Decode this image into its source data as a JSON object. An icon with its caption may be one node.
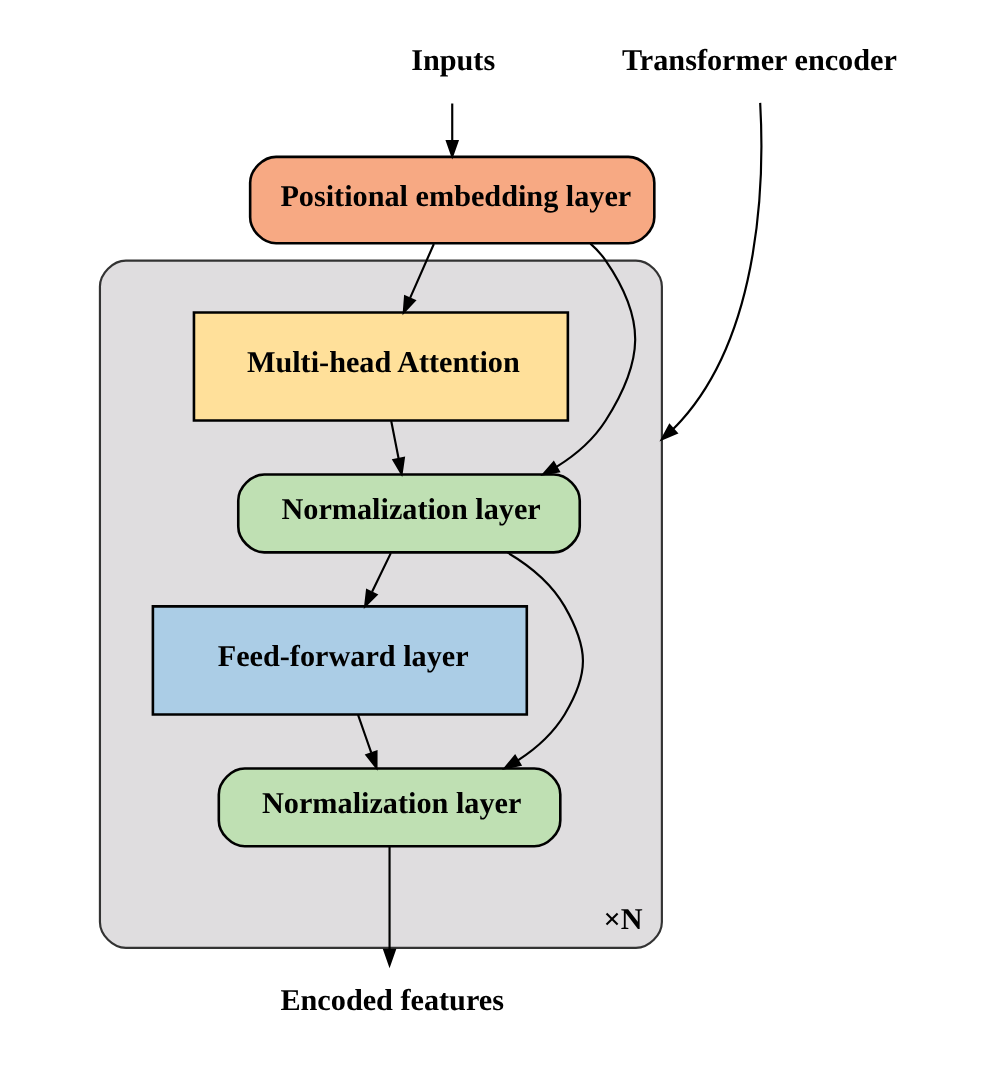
{
  "diagram": {
    "nodes": [
      {
        "text": [
          "Inputs"
        ]
      },
      {
        "text": [
          "Positional embedding layer"
        ]
      },
      {
        "text": [],
        "shape": "box",
        "beside": [
          "×N"
        ]
      },
      {
        "text": [
          "Multi-head Attention"
        ],
        "in": 2
      },
      {
        "text": [
          "Normalization layer"
        ],
        "in": 2
      },
      {
        "text": [
          "Feed-forward layer"
        ],
        "in": 2
      },
      {
        "text": [
          "Normalization layer"
        ],
        "in": 2
      },
      {
        "text": [
          "Transformer encoder"
        ]
      },
      {
        "text": [
          "Encoded features"
        ]
      }
    ],
    "edges": [
      {
        "from": 0,
        "to": 1,
        "arrow": "to"
      },
      {
        "from": 1,
        "to": 3,
        "arrow": "to"
      },
      {
        "from": 1,
        "to": 4,
        "arrow": "to"
      },
      {
        "from": 3,
        "to": 4,
        "arrow": "to"
      },
      {
        "from": 4,
        "to": 5,
        "arrow": "to"
      },
      {
        "from": 4,
        "to": 6,
        "arrow": "to"
      },
      {
        "from": 5,
        "to": 6,
        "arrow": "to"
      },
      {
        "from": 6,
        "to": 8,
        "arrow": "to"
      },
      {
        "from": 7,
        "to": 2,
        "arrow": "to"
      }
    ]
  }
}
